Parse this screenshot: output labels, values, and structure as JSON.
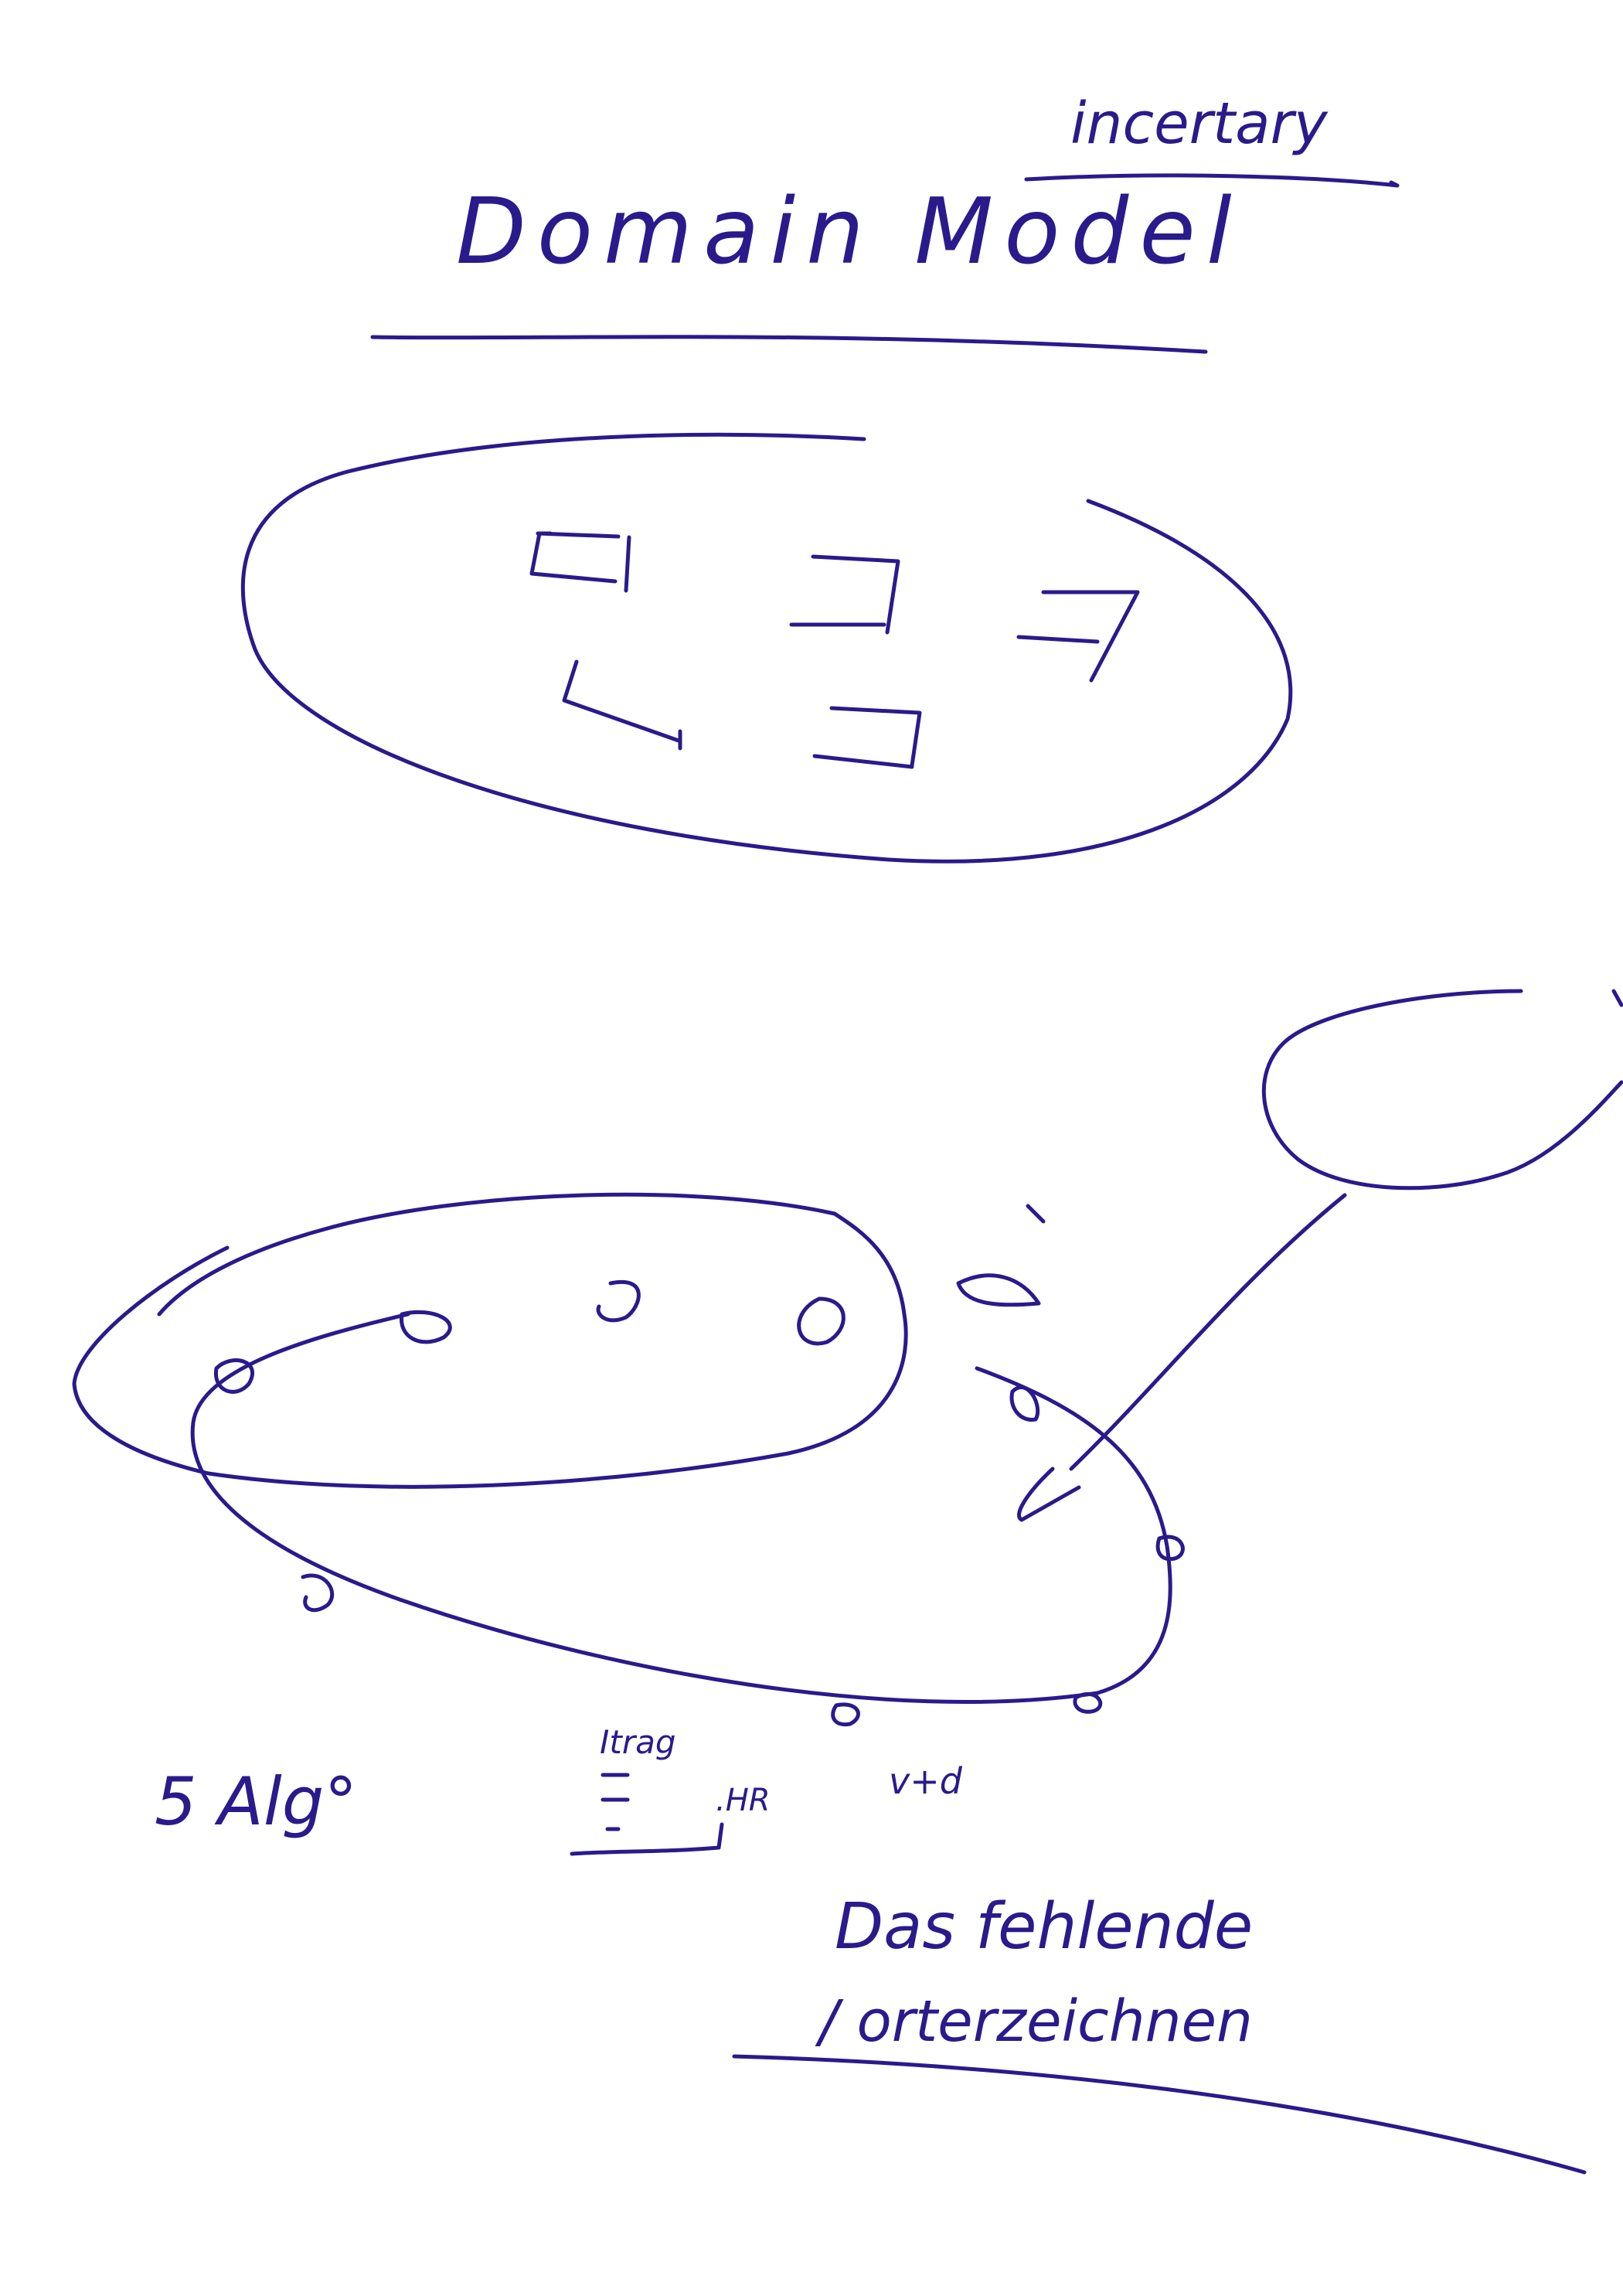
{
  "ink_color": "#2a1a8c",
  "background": "#ffffff",
  "title": "Domain Model",
  "corner_note": "incertary",
  "bottom_labels": {
    "count": "5 Alg°",
    "bar_mark": "Itrag",
    "bar_suffix": ".HR",
    "plus": "v+d"
  },
  "note": {
    "line1": "Das fehlende",
    "line2": "/ orterzeichnen"
  }
}
